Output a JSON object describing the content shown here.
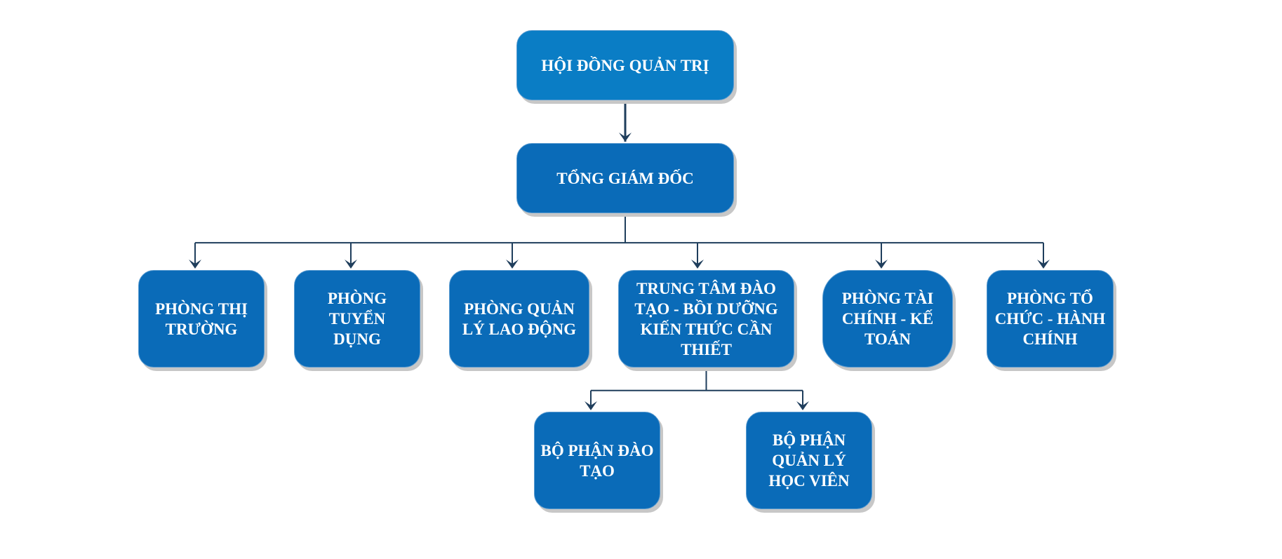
{
  "diagram": {
    "type": "org-chart",
    "colors": {
      "top_node": "#0a7dc5",
      "node": "#0a6bb8",
      "connector": "#1f3e5c",
      "text": "#ffffff"
    },
    "nodes": [
      {
        "id": "hdqt",
        "label": "HỘI ĐỒNG QUẢN TRỊ"
      },
      {
        "id": "tgd",
        "label": "TỔNG GIÁM ĐỐC"
      },
      {
        "id": "p1",
        "label": "PHÒNG THỊ TRƯỜNG"
      },
      {
        "id": "p2",
        "label": "PHÒNG TUYỂN DỤNG"
      },
      {
        "id": "p3",
        "label": "PHÒNG QUẢN LÝ LAO ĐỘNG"
      },
      {
        "id": "p4",
        "label": "TRUNG TÂM ĐÀO TẠO - BỒI DƯỠNG KIẾN THỨC CẦN THIẾT"
      },
      {
        "id": "p5",
        "label": "PHÒNG TÀI CHÍNH - KẾ TOÁN"
      },
      {
        "id": "p6",
        "label": "PHÒNG TỔ CHỨC - HÀNH CHÍNH"
      },
      {
        "id": "b1",
        "label": "BỘ PHẬN ĐÀO TẠO"
      },
      {
        "id": "b2",
        "label": "BỘ PHẬN QUẢN LÝ HỌC VIÊN"
      }
    ],
    "edges": [
      {
        "from": "hdqt",
        "to": "tgd"
      },
      {
        "from": "tgd",
        "to": "p1"
      },
      {
        "from": "tgd",
        "to": "p2"
      },
      {
        "from": "tgd",
        "to": "p3"
      },
      {
        "from": "tgd",
        "to": "p4"
      },
      {
        "from": "tgd",
        "to": "p5"
      },
      {
        "from": "tgd",
        "to": "p6"
      },
      {
        "from": "p4",
        "to": "b1"
      },
      {
        "from": "p4",
        "to": "b2"
      }
    ]
  }
}
